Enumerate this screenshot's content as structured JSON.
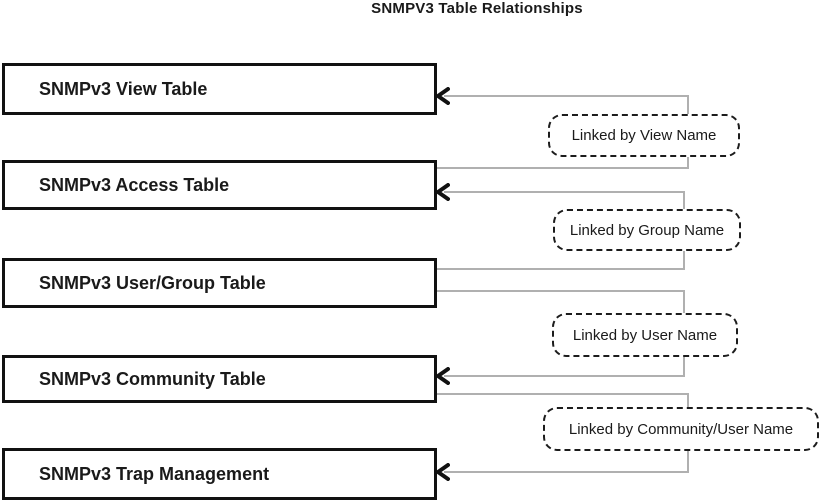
{
  "title": "SNMPV3 Table Relationships",
  "tables": [
    {
      "label": "SNMPv3 View Table"
    },
    {
      "label": "SNMPv3 Access Table"
    },
    {
      "label": "SNMPv3 User/Group Table"
    },
    {
      "label": "SNMPv3 Community Table"
    },
    {
      "label": "SNMPv3 Trap Management"
    }
  ],
  "links": [
    {
      "label": "Linked by View Name",
      "from": "SNMPv3 Access Table",
      "to": "SNMPv3 View Table"
    },
    {
      "label": "Linked by Group Name",
      "from": "SNMPv3 User/Group Table",
      "to": "SNMPv3 Access Table"
    },
    {
      "label": "Linked by User Name",
      "from": "SNMPv3 User/Group Table",
      "to": "SNMPv3 Community Table"
    },
    {
      "label": "Linked by Community/User Name",
      "from": "SNMPv3 Community Table",
      "to": "SNMPv3 Trap Management"
    }
  ],
  "colors": {
    "box_border": "#111111",
    "connector_line": "#b0b0b0",
    "label_border": "#1c1c1c",
    "background": "#ffffff",
    "text": "#1a1a1a"
  }
}
